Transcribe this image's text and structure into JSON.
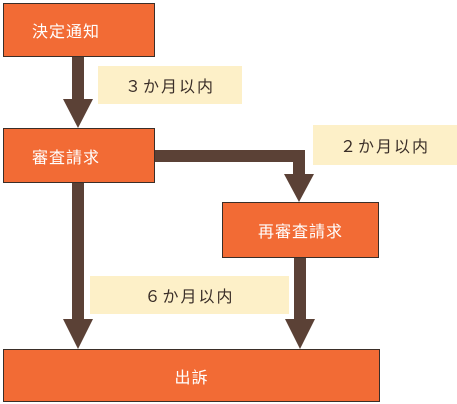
{
  "nodes": {
    "decision_notice": "決定通知",
    "review_request": "審査請求",
    "re_review_request": "再審査請求",
    "lawsuit": "出訴"
  },
  "notes": {
    "three_months": "３か月以内",
    "two_months": "２か月以内",
    "six_months": "６か月以内"
  },
  "colors": {
    "box_fill": "#f26b35",
    "box_border": "#3a2e28",
    "arrow": "#5b4136",
    "note_fill": "#fdf0c8"
  }
}
